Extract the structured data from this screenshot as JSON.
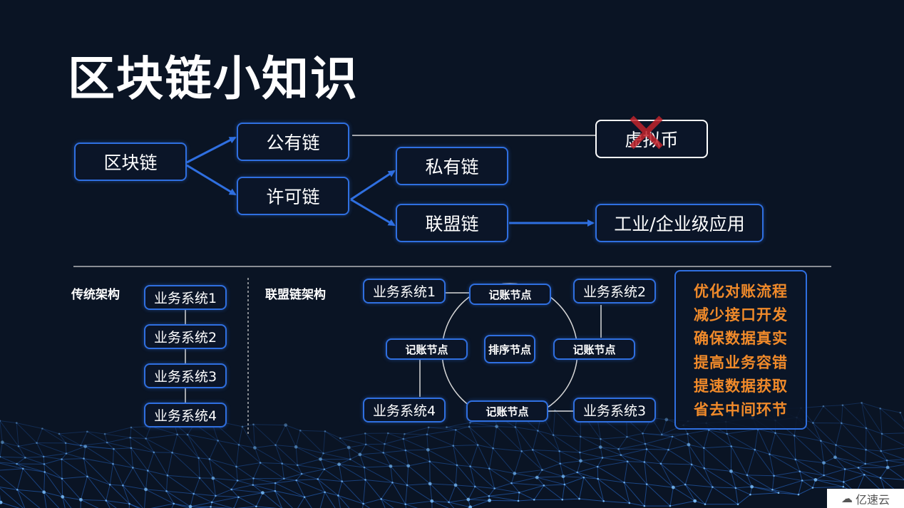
{
  "title": "区块链小知识",
  "top_diagram": {
    "root": "区块链",
    "public_chain": "公有链",
    "permissioned_chain": "许可链",
    "private_chain": "私有链",
    "consortium_chain": "联盟链",
    "virtual_currency": "虚拟币",
    "enterprise_app": "工业/企业级应用"
  },
  "traditional": {
    "label": "传统架构",
    "systems": [
      "业务系统1",
      "业务系统2",
      "业务系统3",
      "业务系统4"
    ]
  },
  "consortium": {
    "label": "联盟链架构",
    "systems": [
      "业务系统1",
      "业务系统2",
      "业务系统3",
      "业务系统4"
    ],
    "ledger_node": "记账节点",
    "ordering_node": "排序节点"
  },
  "benefits": [
    "优化对账流程",
    "减少接口开发",
    "确保数据真实",
    "提高业务容错",
    "提速数据获取",
    "省去中间环节"
  ],
  "watermark": "亿速云",
  "colors": {
    "box_border": "#2f6fe0",
    "benefit_text": "#f08a2a",
    "cross": "#c0242c",
    "background": "#0a1424"
  }
}
